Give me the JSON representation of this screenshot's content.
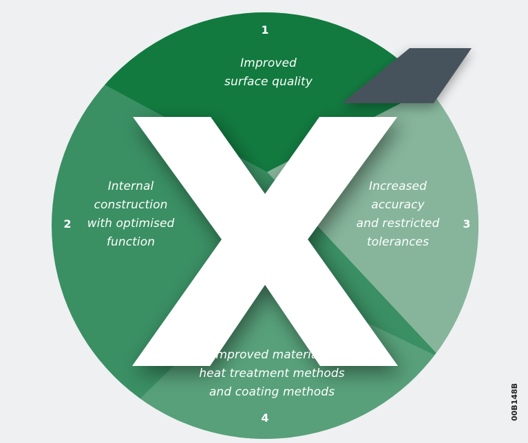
{
  "segments": [
    {
      "number": "1",
      "lines": [
        "Improved",
        "surface quality"
      ],
      "color": "#127a3f"
    },
    {
      "number": "2",
      "lines": [
        "Internal",
        "construction",
        "with optimised",
        "function"
      ],
      "color": "#3a8f63"
    },
    {
      "number": "3",
      "lines": [
        "Increased",
        "accuracy",
        "and restricted",
        "tolerances"
      ],
      "color": "#86b59b"
    },
    {
      "number": "4",
      "lines": [
        "Improved materials,",
        "heat treatment methods",
        "and coating methods"
      ],
      "color": "#57a07a"
    }
  ],
  "center_glyph": "X",
  "figure_code": "00B148B",
  "colors": {
    "background": "#eef0f1",
    "tab": "#46535b",
    "cross": "#ffffff"
  }
}
